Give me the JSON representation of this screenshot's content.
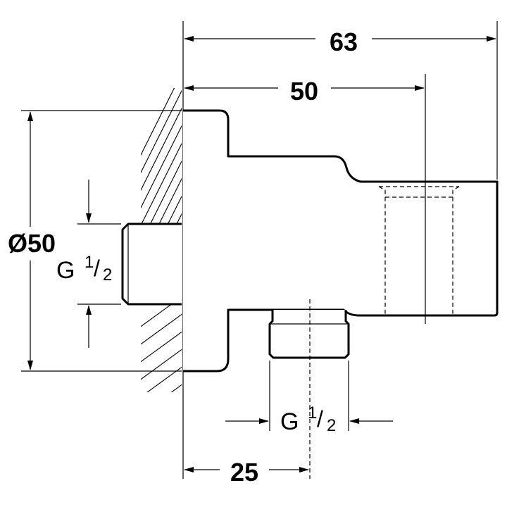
{
  "drawing": {
    "dimensions": {
      "overall_length": "63",
      "outlet_length": "50",
      "flange_diameter": "Ø50",
      "outlet_offset": "25"
    },
    "threads": {
      "inlet": {
        "letter": "G",
        "numerator": "1",
        "slash": "/",
        "denominator": "2"
      },
      "outlet": {
        "letter": "G",
        "numerator": "1",
        "slash": "/",
        "denominator": "2"
      }
    },
    "line_color": "#000000",
    "background_color": "#ffffff"
  }
}
